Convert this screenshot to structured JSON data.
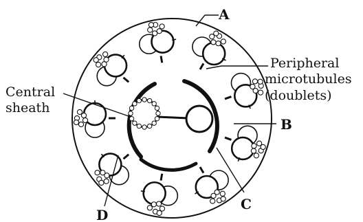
{
  "diagram": {
    "labels": {
      "A": "A",
      "B": "B",
      "C": "C",
      "D": "D",
      "peripheral_line1": "Peripheral",
      "peripheral_line2": "microtubules",
      "peripheral_line3": "(doublets)",
      "central_line1": "Central",
      "central_line2": "sheath"
    },
    "doublet_count": 9,
    "stroke_color": "#111111",
    "background_color": "#ffffff"
  }
}
